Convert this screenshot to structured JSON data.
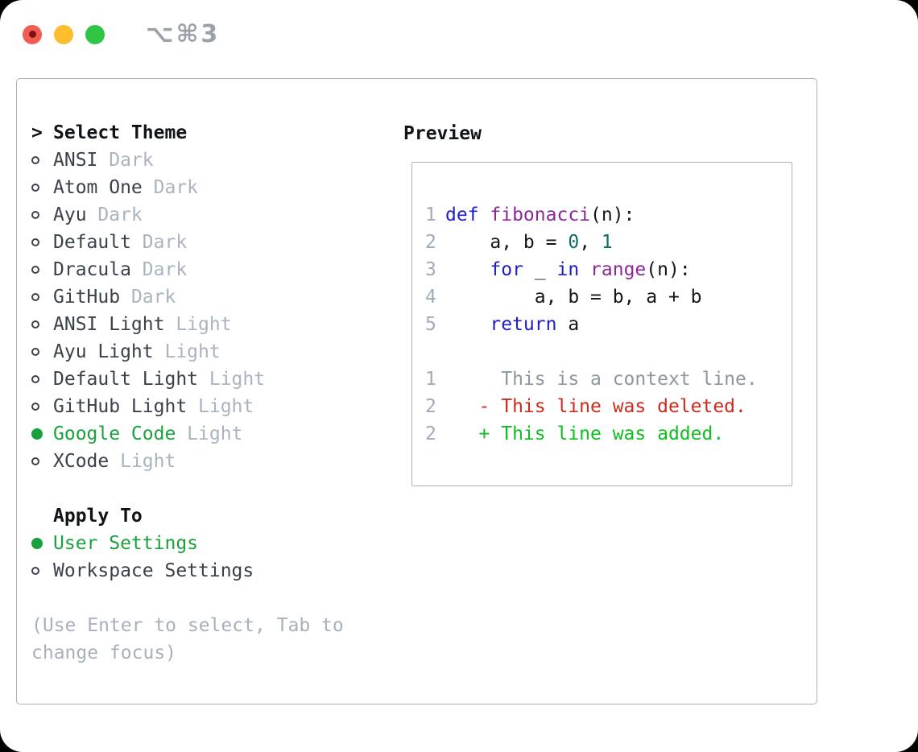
{
  "window": {
    "shortcut_label": "⌥⌘3",
    "traffic_lights": [
      "close",
      "minimize",
      "zoom"
    ]
  },
  "theme_selector": {
    "cursor": ">",
    "title": "Select Theme",
    "options": [
      {
        "name": "ANSI",
        "variant": "Dark",
        "selected": false
      },
      {
        "name": "Atom One",
        "variant": "Dark",
        "selected": false
      },
      {
        "name": "Ayu",
        "variant": "Dark",
        "selected": false
      },
      {
        "name": "Default",
        "variant": "Dark",
        "selected": false
      },
      {
        "name": "Dracula",
        "variant": "Dark",
        "selected": false
      },
      {
        "name": "GitHub",
        "variant": "Dark",
        "selected": false
      },
      {
        "name": "ANSI Light",
        "variant": "Light",
        "selected": false
      },
      {
        "name": "Ayu Light",
        "variant": "Light",
        "selected": false
      },
      {
        "name": "Default Light",
        "variant": "Light",
        "selected": false
      },
      {
        "name": "GitHub Light",
        "variant": "Light",
        "selected": false
      },
      {
        "name": "Google Code",
        "variant": "Light",
        "selected": true
      },
      {
        "name": "XCode",
        "variant": "Light",
        "selected": false
      }
    ]
  },
  "apply_to": {
    "title": "Apply To",
    "options": [
      {
        "name": "User Settings",
        "selected": true
      },
      {
        "name": "Workspace Settings",
        "selected": false
      }
    ]
  },
  "hint": {
    "lines": [
      "(Use Enter to select, Tab to",
      "change focus)"
    ]
  },
  "preview": {
    "title": "Preview",
    "lines": [
      {
        "num": "1",
        "segs": [
          {
            "t": "def ",
            "c": "kw"
          },
          {
            "t": "fibonacci",
            "c": "fn"
          },
          {
            "t": "(n):",
            "c": "pl"
          }
        ]
      },
      {
        "num": "2",
        "segs": [
          {
            "t": "    a, b = ",
            "c": "pl"
          },
          {
            "t": "0",
            "c": "lit"
          },
          {
            "t": ", ",
            "c": "pl"
          },
          {
            "t": "1",
            "c": "lit"
          }
        ]
      },
      {
        "num": "3",
        "segs": [
          {
            "t": "    ",
            "c": "pl"
          },
          {
            "t": "for",
            "c": "kw"
          },
          {
            "t": " _ ",
            "c": "pl"
          },
          {
            "t": "in",
            "c": "kw"
          },
          {
            "t": " ",
            "c": "pl"
          },
          {
            "t": "range",
            "c": "fn"
          },
          {
            "t": "(n):",
            "c": "pl"
          }
        ]
      },
      {
        "num": "4",
        "segs": [
          {
            "t": "        a, b = b, a + b",
            "c": "pl"
          }
        ]
      },
      {
        "num": "5",
        "segs": [
          {
            "t": "    ",
            "c": "pl"
          },
          {
            "t": "return",
            "c": "kw"
          },
          {
            "t": " a",
            "c": "pl"
          }
        ]
      },
      {
        "num": "",
        "segs": []
      },
      {
        "num": "1",
        "segs": [
          {
            "t": "     This is a context line.",
            "c": "ctx"
          }
        ]
      },
      {
        "num": "2",
        "segs": [
          {
            "t": "   - This line was deleted.",
            "c": "del"
          }
        ]
      },
      {
        "num": "2",
        "segs": [
          {
            "t": "   + This line was added.",
            "c": "add"
          }
        ]
      }
    ]
  },
  "colors": {
    "selection_green": "#19a23c",
    "added_green": "#0fbd1f",
    "deleted_red": "#cb2b1d",
    "keyword_blue": "#1e1ec8",
    "function_purple": "#8c2896",
    "literal_teal": "#0e6e66",
    "line_number_gray": "#9fabb8",
    "muted_gray": "#aab3c0",
    "traffic_red": "#f45c52",
    "traffic_yellow": "#fcbe2c",
    "traffic_green": "#2fc545"
  }
}
